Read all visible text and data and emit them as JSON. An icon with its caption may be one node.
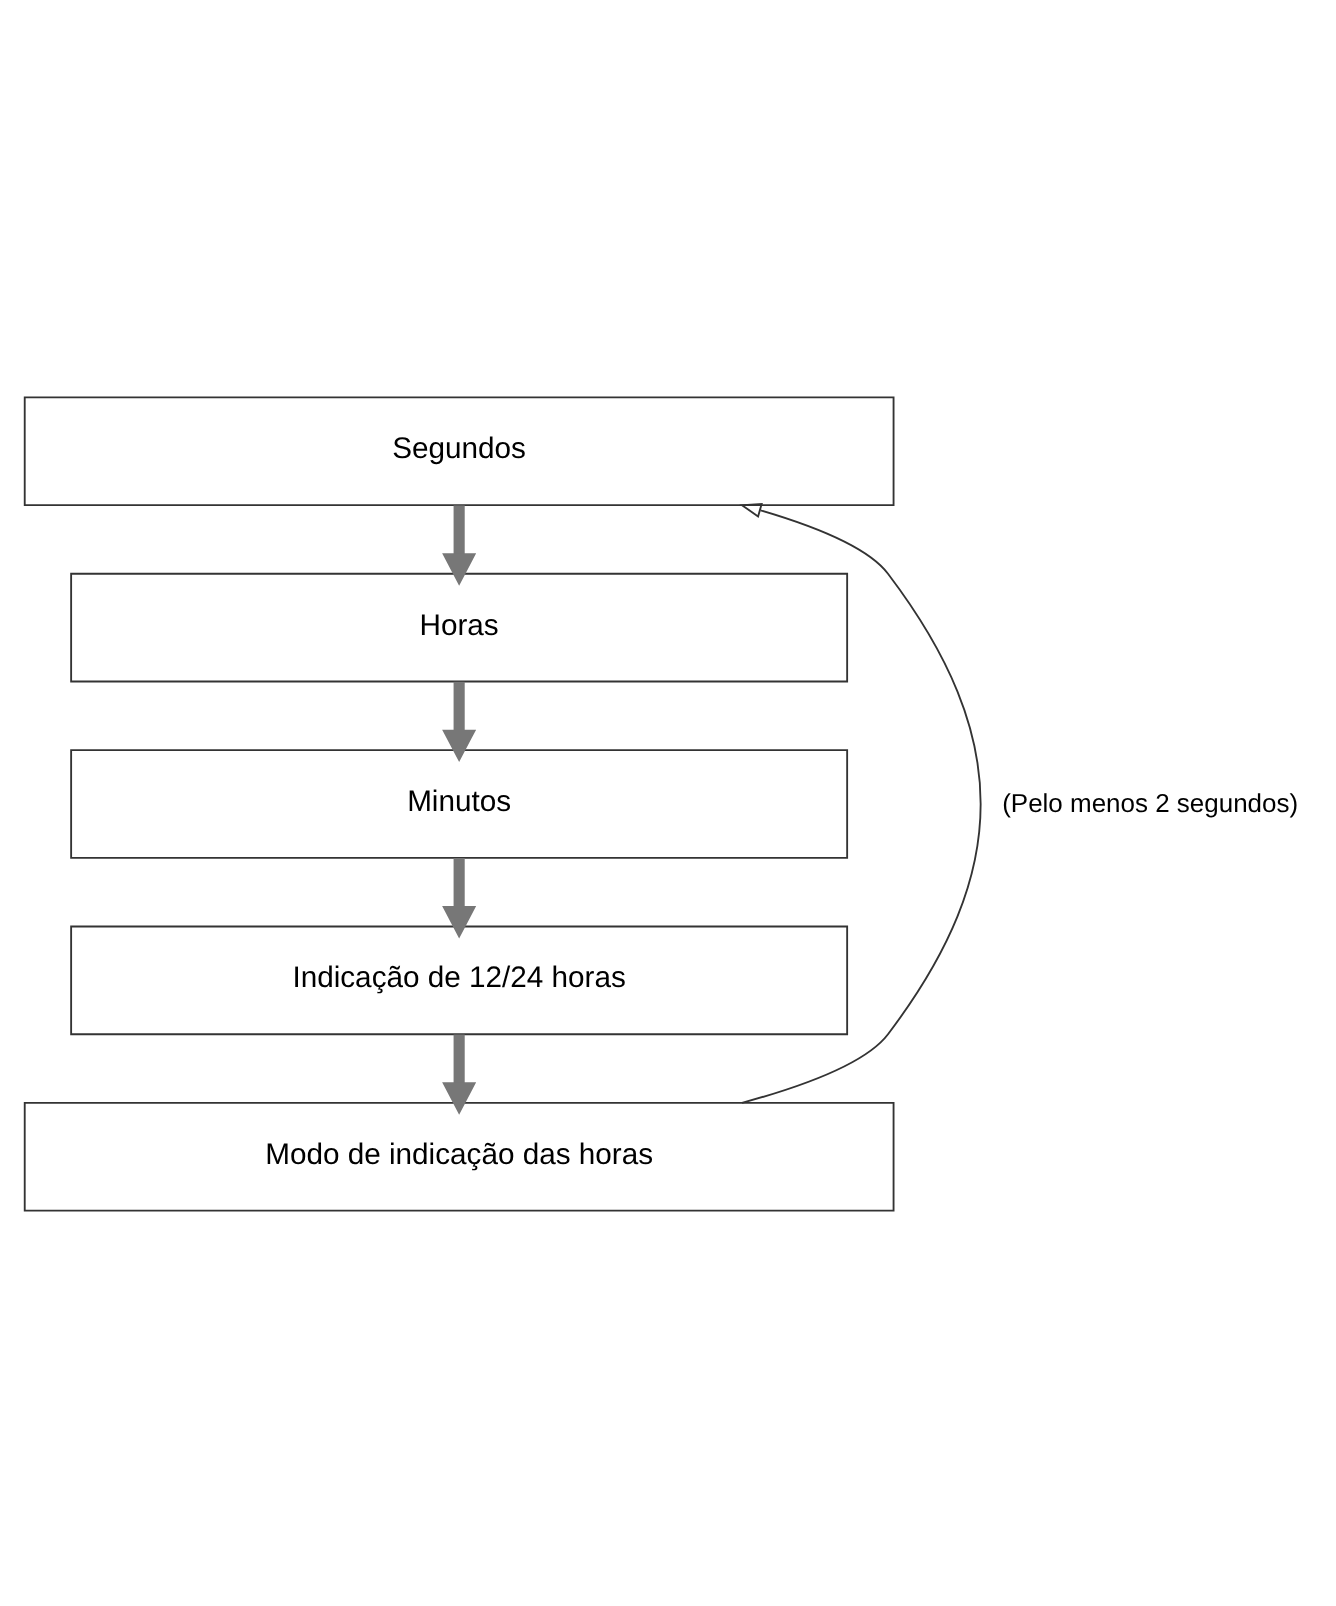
{
  "diagram": {
    "nodes": [
      {
        "text": [
          "Segundos"
        ]
      },
      {
        "text": [
          "Horas"
        ]
      },
      {
        "text": [
          "Minutos"
        ]
      },
      {
        "text": [
          "Indicação de 12/24 horas"
        ]
      },
      {
        "text": [
          "Modo de indicação das horas"
        ]
      }
    ],
    "edges": [
      {
        "from": 0,
        "to": 1,
        "arrow": "to"
      },
      {
        "from": 1,
        "to": 2,
        "arrow": "to"
      },
      {
        "from": 2,
        "to": 3,
        "arrow": "to"
      },
      {
        "from": 3,
        "to": 4,
        "arrow": "to"
      },
      {
        "from": 4,
        "to": 0,
        "arrow": "to",
        "label": "(Pelo menos 2 segundos)",
        "color": "#333333"
      }
    ]
  }
}
